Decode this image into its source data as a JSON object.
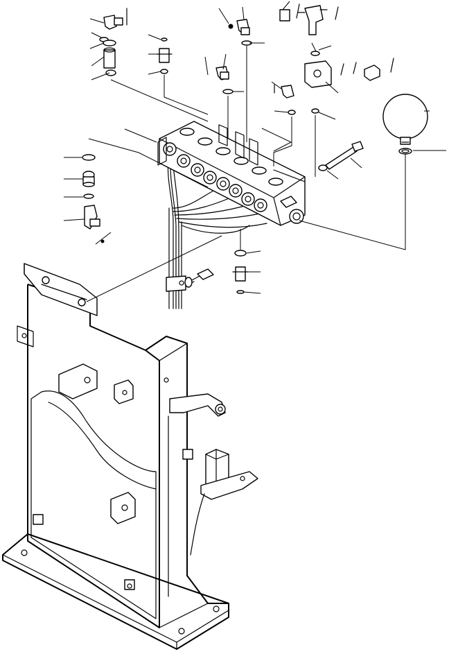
{
  "diagram": {
    "kind": "exploded-parts-illustration",
    "line_color": "#000000",
    "background": "#ffffff",
    "components": [
      "stand-frame",
      "valve-manifold",
      "hose-bundle",
      "accumulator",
      "mounting-bolt",
      "pedal-bracket",
      "elbow-fittings",
      "o-rings",
      "connector-fittings",
      "plug"
    ]
  }
}
